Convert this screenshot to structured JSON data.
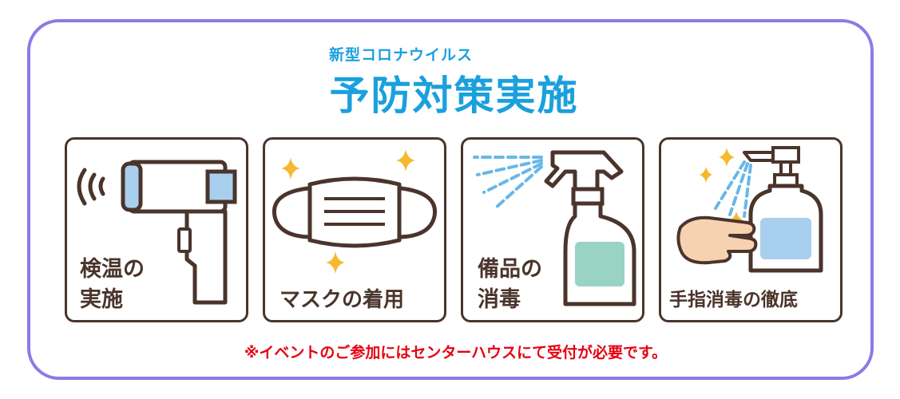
{
  "header": {
    "subtitle": "新型コロナウイルス",
    "title": "予防対策実施"
  },
  "panels": [
    {
      "id": "thermometer",
      "label_line1": "検温の",
      "label_line2": "実施",
      "icon": "thermometer-gun-icon"
    },
    {
      "id": "mask",
      "label": "マスクの着用",
      "icon": "face-mask-icon"
    },
    {
      "id": "spray",
      "label_line1": "備品の",
      "label_line2": "消毒",
      "icon": "spray-bottle-icon"
    },
    {
      "id": "hands",
      "label": "手指消毒の徹底",
      "icon": "hand-sanitizer-icon"
    }
  ],
  "notice": "※イベントのご参加にはセンターハウスにて受付が必要です。",
  "colors": {
    "frame": "#8f79e6",
    "title": "#1aa0dd",
    "outline": "#4a342b",
    "notice": "#e60012",
    "sparkle": "#f5b82e",
    "spray": "#6ab7e6"
  }
}
